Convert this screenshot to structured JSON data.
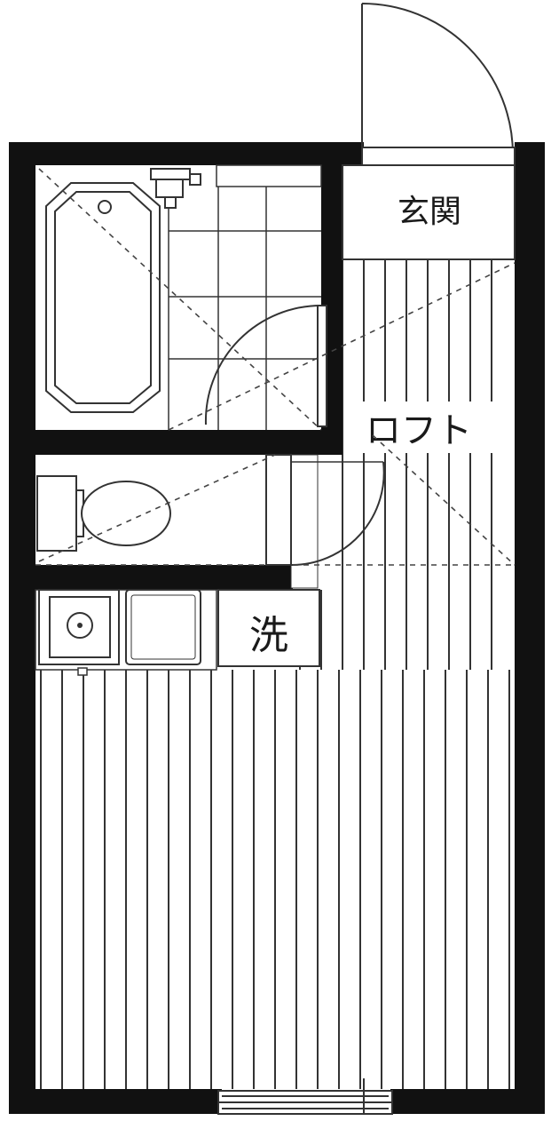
{
  "labels": {
    "entrance": "玄関",
    "loft": "ロフト",
    "laundry": "洗"
  },
  "colors": {
    "wall": "#111111",
    "line": "#333333",
    "background": "#ffffff"
  }
}
